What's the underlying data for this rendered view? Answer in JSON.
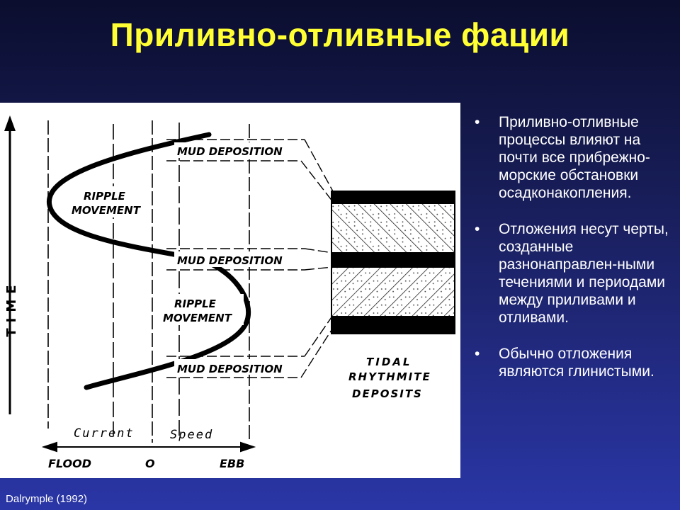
{
  "slide": {
    "title": "Приливно-отливные фации"
  },
  "figure": {
    "axis_label": "TIME",
    "labels": {
      "mud1": "MUD DEPOSITION",
      "ripple1_line1": "RIPPLE",
      "ripple1_line2": "MOVEMENT",
      "mud2": "MUD DEPOSITION",
      "ripple2_line1": "RIPPLE",
      "ripple2_line2": "MOVEMENT",
      "mud3": "MUD DEPOSITION",
      "tidal_line1": "TIDAL",
      "tidal_line2": "RHYTHMITE",
      "tidal_line3": "DEPOSITS",
      "current": "Current",
      "speed": "Speed",
      "flood": "FLOOD",
      "zero": "O",
      "ebb": "EBB"
    }
  },
  "bullets": [
    "Приливно-отливные процессы влияют на почти все прибрежно-морские обстановки осадконакопления.",
    "Отложения несут черты, созданные разнонаправлен-ными течениями и периодами между приливами и отливами.",
    "Обычно отложения являются глинистыми."
  ],
  "credit": "Dalrymple (1992)",
  "colors": {
    "title": "#ffff33",
    "text": "#ffffff",
    "background_top": "#0b0e2e",
    "background_bottom": "#2a36a6"
  }
}
